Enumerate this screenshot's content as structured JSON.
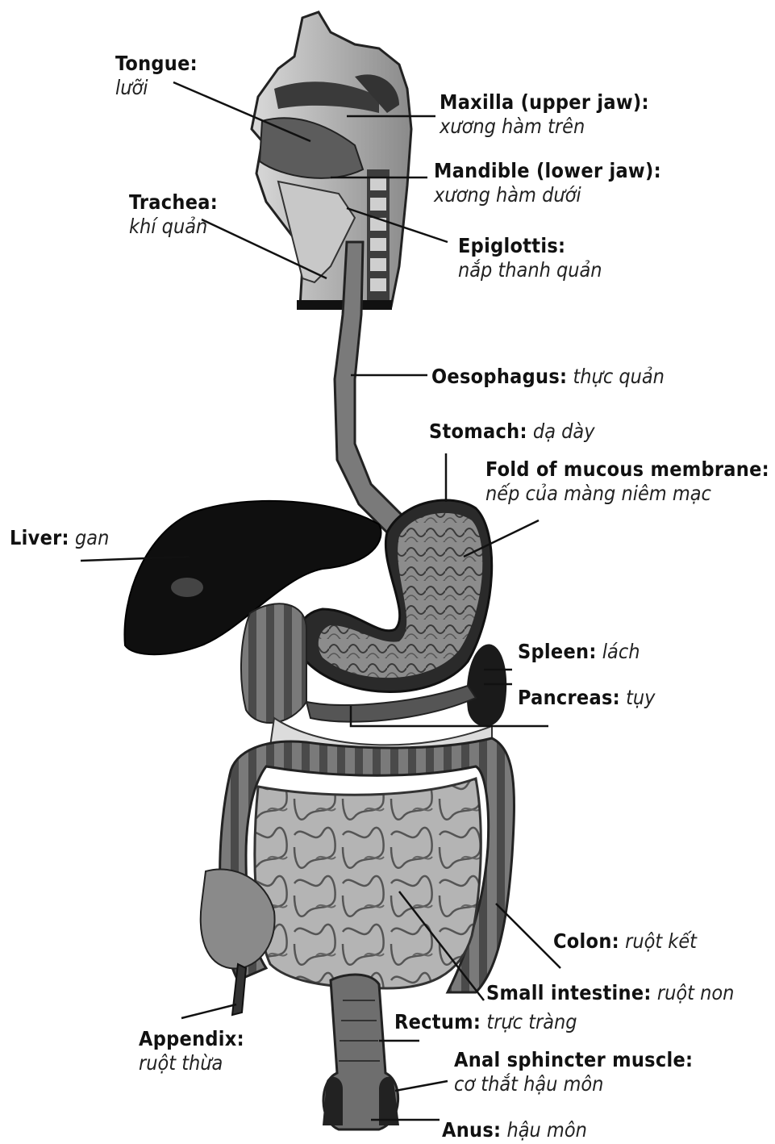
{
  "labels": {
    "tongue": {
      "en": "Tongue:",
      "vi": "lưỡi"
    },
    "maxilla": {
      "en": "Maxilla (upper jaw):",
      "vi": "xương hàm trên"
    },
    "mandible": {
      "en": "Mandible (lower jaw):",
      "vi": "xương hàm dưới"
    },
    "trachea": {
      "en": "Trachea:",
      "vi": "khí quản"
    },
    "epiglottis": {
      "en": "Epiglottis:",
      "vi": "nắp thanh quản"
    },
    "oesophagus": {
      "en": "Oesophagus:",
      "vi": "thực quản"
    },
    "stomach": {
      "en": "Stomach:",
      "vi": "dạ dày"
    },
    "fold": {
      "en": "Fold of mucous membrane:",
      "vi": "nếp của màng niêm mạc"
    },
    "liver": {
      "en": "Liver:",
      "vi": "gan"
    },
    "spleen": {
      "en": "Spleen:",
      "vi": "lách"
    },
    "pancreas": {
      "en": "Pancreas:",
      "vi": "tụy"
    },
    "colon": {
      "en": "Colon:",
      "vi": "ruột kết"
    },
    "small_intestine": {
      "en": "Small intestine:",
      "vi": "ruột non"
    },
    "rectum": {
      "en": "Rectum:",
      "vi": "trực tràng"
    },
    "appendix": {
      "en": "Appendix:",
      "vi": "ruột thừa"
    },
    "anal_sphincter": {
      "en": "Anal sphincter muscle:",
      "vi": "cơ thắt hậu môn"
    },
    "anus": {
      "en": "Anus:",
      "vi": "hậu môn"
    }
  }
}
